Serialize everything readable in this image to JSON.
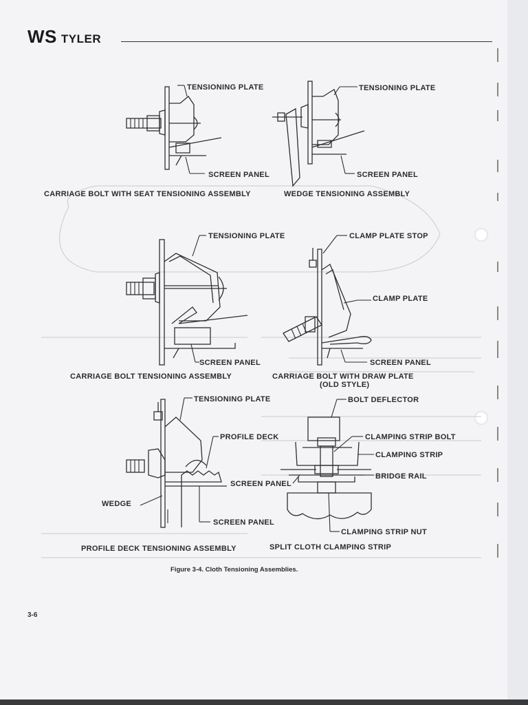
{
  "header": {
    "logo_main": "WS",
    "logo_sub": "TYLER"
  },
  "diagrams": {
    "d1": {
      "caption": "CARRIAGE BOLT WITH SEAT TENSIONING ASSEMBLY",
      "labels": [
        "TENSIONING PLATE",
        "SCREEN PANEL"
      ]
    },
    "d2": {
      "caption": "WEDGE TENSIONING ASSEMBLY",
      "labels": [
        "TENSIONING PLATE",
        "SCREEN PANEL"
      ]
    },
    "d3": {
      "caption": "CARRIAGE BOLT TENSIONING ASSEMBLY",
      "labels": [
        "TENSIONING PLATE",
        "SCREEN PANEL"
      ]
    },
    "d4": {
      "caption_line1": "CARRIAGE BOLT WITH DRAW PLATE",
      "caption_line2": "(OLD STYLE)",
      "labels": [
        "CLAMP PLATE STOP",
        "CLAMP PLATE",
        "SCREEN PANEL"
      ]
    },
    "d5": {
      "caption": "PROFILE DECK TENSIONING ASSEMBLY",
      "labels": [
        "TENSIONING PLATE",
        "PROFILE DECK",
        "WEDGE",
        "SCREEN PANEL"
      ]
    },
    "d6": {
      "caption": "SPLIT CLOTH CLAMPING STRIP",
      "labels": [
        "BOLT DEFLECTOR",
        "CLAMPING STRIP BOLT",
        "CLAMPING STRIP",
        "BRIDGE RAIL",
        "SCREEN PANEL",
        "CLAMPING STRIP NUT"
      ]
    }
  },
  "figure_caption": "Figure 3-4.  Cloth Tensioning Assemblies.",
  "page_number": "3-6"
}
